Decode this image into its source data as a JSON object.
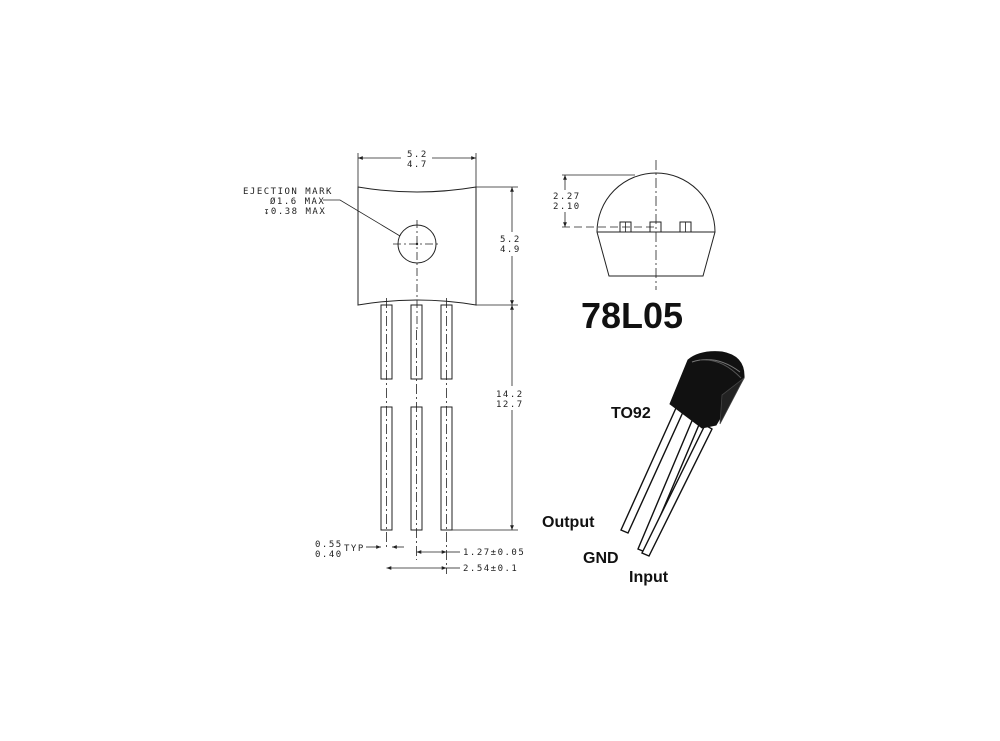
{
  "title": "78L05",
  "package": "TO92",
  "front_view": {
    "width_dim": {
      "max": "5.2",
      "min": "4.7"
    },
    "height_dim": {
      "max": "5.2",
      "min": "4.9"
    },
    "lead_length_dim": {
      "max": "14.2",
      "min": "12.7"
    },
    "ejection_mark": {
      "label": "EJECTION MARK",
      "diameter": "Ø1.6 MAX",
      "depth": "↧0.38 MAX"
    },
    "lead_width_dim": {
      "max": "0.55",
      "min": "0.40",
      "suffix": "TYP"
    },
    "pitch_dim": "1.27±0.05",
    "span_dim": "2.54±0.1"
  },
  "bottom_view": {
    "height_dim": {
      "max": "2.27",
      "min": "2.10"
    }
  },
  "pinout": {
    "pins": [
      {
        "name": "Output"
      },
      {
        "name": "GND"
      },
      {
        "name": "Input"
      }
    ]
  },
  "colors": {
    "line": "#222222",
    "body_fill": "#111111",
    "background": "#ffffff"
  }
}
